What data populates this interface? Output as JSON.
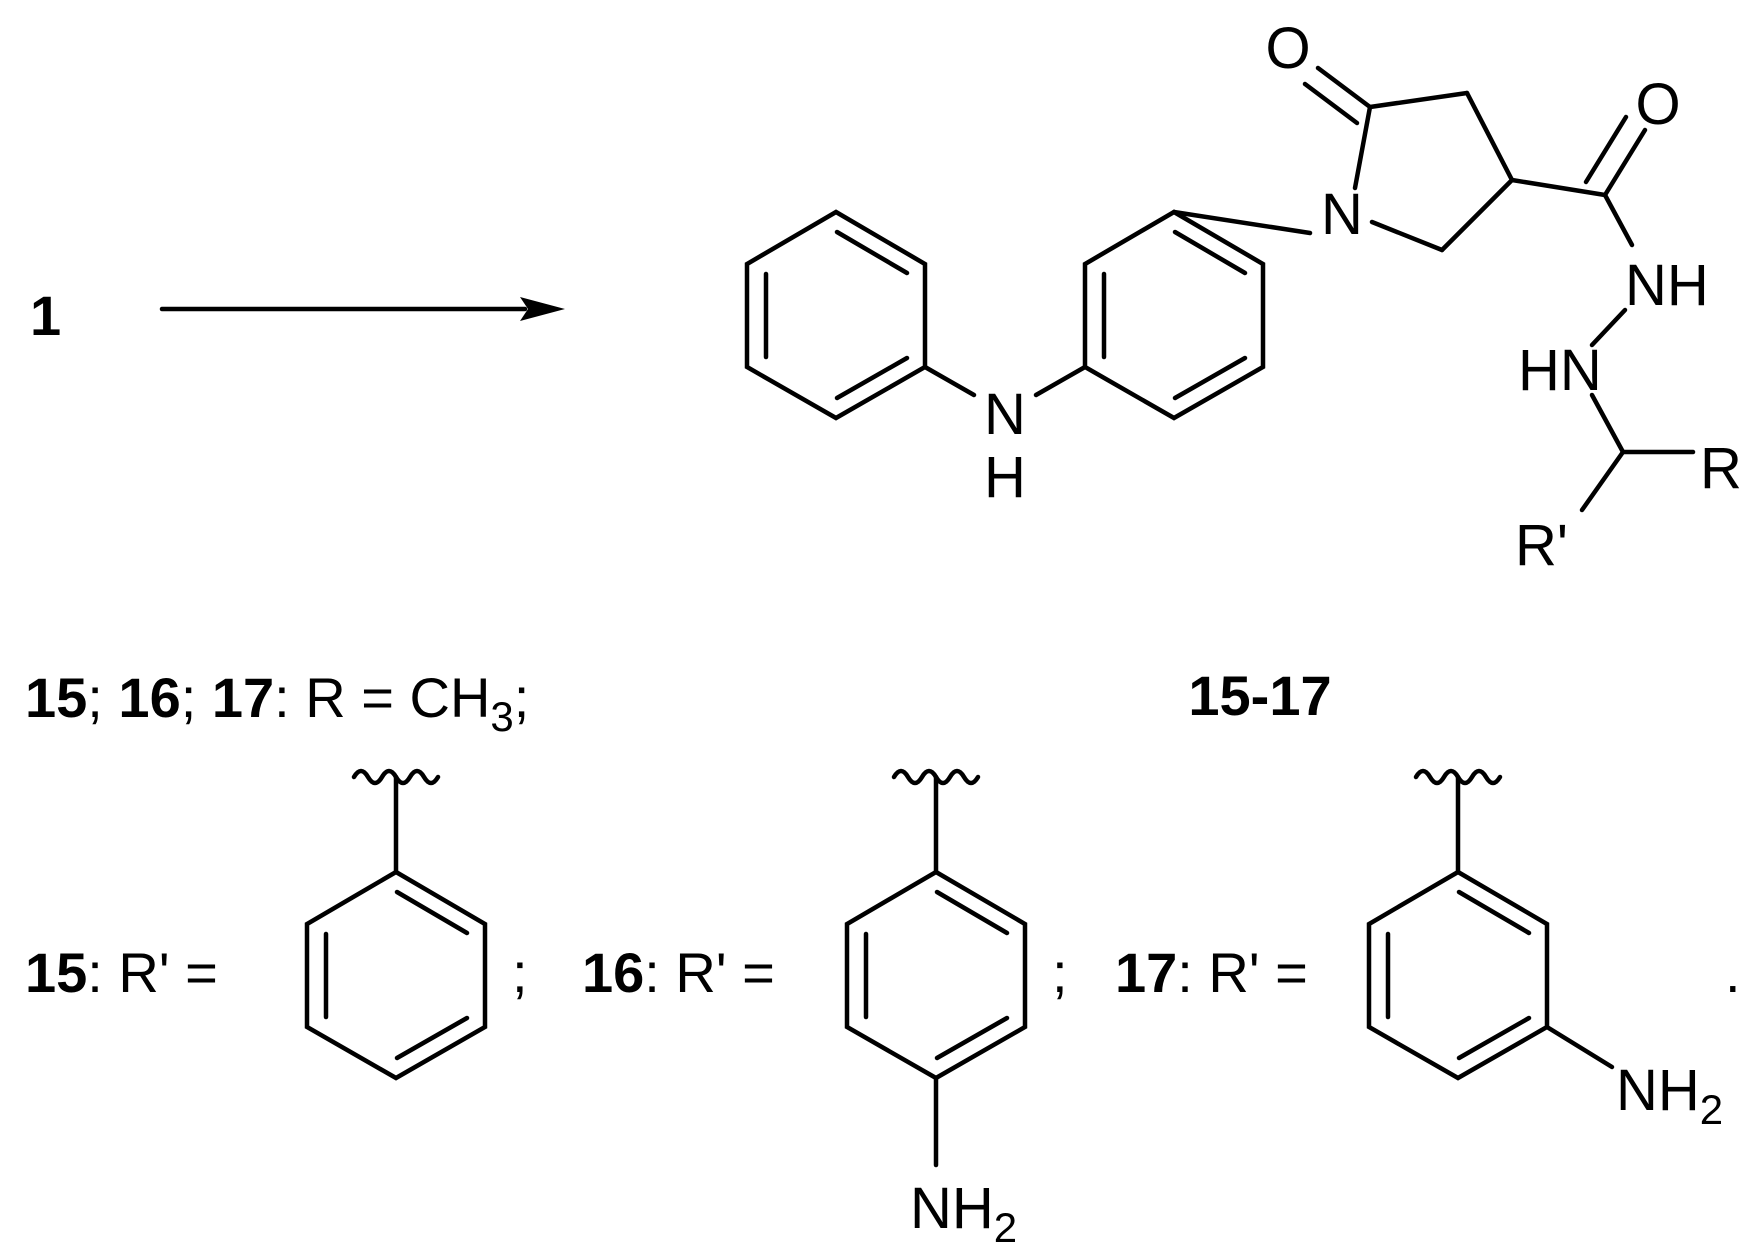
{
  "reaction": {
    "reactant_label": "1",
    "product_label": "15-17"
  },
  "atoms": {
    "O": "O",
    "N": "N",
    "H": "H",
    "NH": "NH",
    "HN": "HN",
    "R": "R",
    "R_prime": "R'",
    "NH2_N": "NH",
    "NH2_sub": "2"
  },
  "definitions": {
    "line1": {
      "c15": "15",
      "sep1": "; ",
      "c16": "16",
      "sep2": "; ",
      "c17": "17",
      "text": ": R = CH",
      "sub": "3",
      "end": ";"
    },
    "line2": {
      "c15": "15",
      "t15": ": R' =",
      "semi1": ";",
      "c16": "16",
      "t16": ": R' =",
      "semi2": ";",
      "c17": "17",
      "t17": ": R' =",
      "period": "."
    }
  }
}
